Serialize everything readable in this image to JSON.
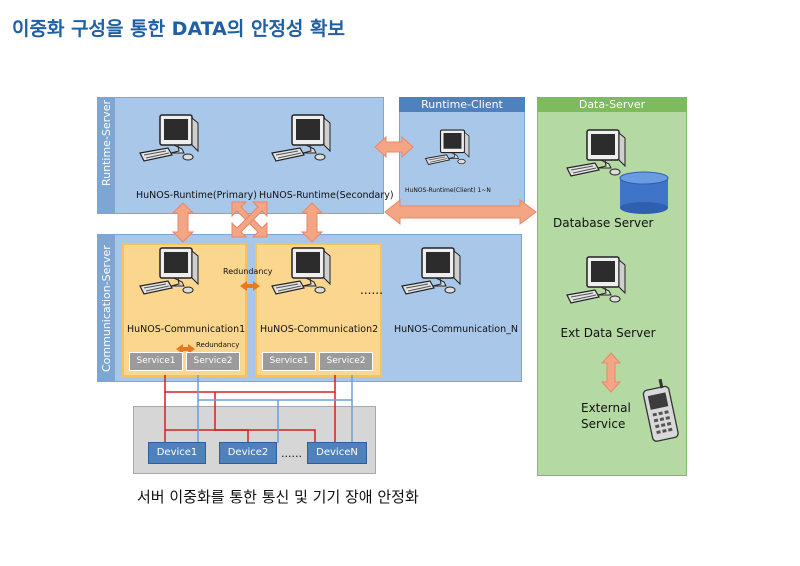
{
  "title": "이중화 구성을 통한 DATA의 안정성 확보",
  "caption": "서버 이중화를 통한 통신 및 기기 장애 안정화",
  "runtime_server": {
    "label": "Runtime-Server",
    "primary": "HuNOS-Runtime(Primary)",
    "secondary": "HuNOS-Runtime(Secondary)"
  },
  "runtime_client": {
    "header": "Runtime-Client",
    "client": "HuNOS-Runtime(Client)  1~N"
  },
  "data_server": {
    "header": "Data-Server",
    "database": "Database Server",
    "ext": "Ext Data Server",
    "external_line1": "External",
    "external_line2": "Service"
  },
  "communication_server": {
    "label": "Communication-Server",
    "comm1": "HuNOS-Communication1",
    "comm2": "HuNOS-Communication2",
    "commN": "HuNOS-Communication_N",
    "redundancy_top": "Redundancy",
    "redundancy_bottom": "Redundancy",
    "ellipsis": "......",
    "services": [
      "Service1",
      "Service2",
      "Service1",
      "Service2"
    ]
  },
  "devices": {
    "items": [
      "Device1",
      "Device2",
      "DeviceN"
    ],
    "ellipsis": "......"
  }
}
